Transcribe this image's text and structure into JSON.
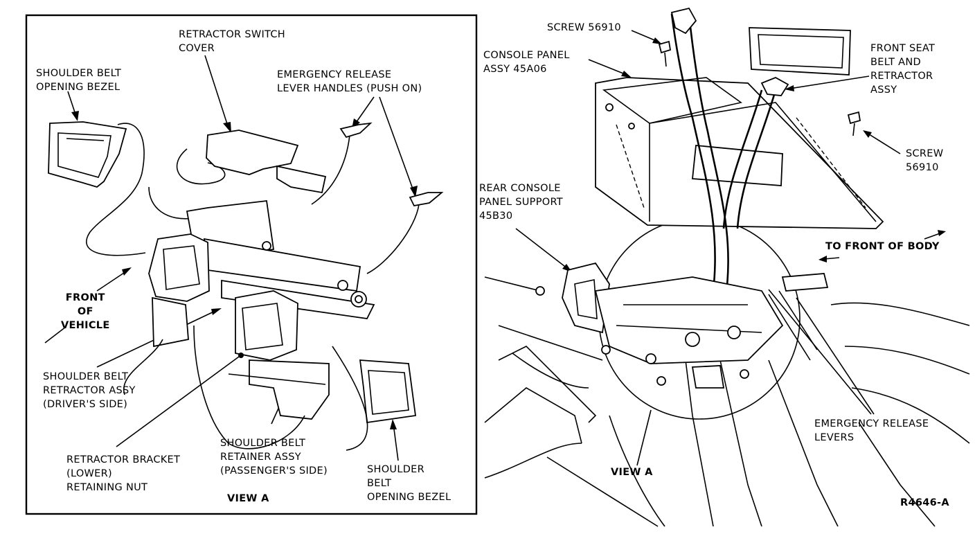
{
  "left_panel": {
    "retractor_switch_cover": "RETRACTOR SWITCH\nCOVER",
    "shoulder_belt_opening_bezel_top": "SHOULDER BELT\nOPENING BEZEL",
    "emergency_release_handles": "EMERGENCY RELEASE\nLEVER HANDLES (PUSH ON)",
    "front_of_vehicle": "FRONT\nOF\nVEHICLE",
    "retractor_assy_driver": "SHOULDER BELT\nRETRACTOR ASSY\n(DRIVER'S SIDE)",
    "retractor_bracket_nut": "RETRACTOR BRACKET\n(LOWER)\nRETAINING NUT",
    "retainer_assy_passenger": "SHOULDER BELT\nRETAINER ASSY\n(PASSENGER'S SIDE)",
    "shoulder_belt_opening_bezel_bottom": "SHOULDER\nBELT\nOPENING BEZEL",
    "view_a": "VIEW A"
  },
  "right_panel": {
    "screw_top": "SCREW 56910",
    "console_panel": "CONSOLE PANEL\nASSY 45A06",
    "front_seat_belt": "FRONT SEAT\nBELT AND\nRETRACTOR\nASSY",
    "screw_right": "SCREW\n56910",
    "rear_console_support": "REAR CONSOLE\nPANEL SUPPORT\n45B30",
    "to_front_of_body": "TO FRONT OF BODY",
    "emergency_release_levers": "EMERGENCY RELEASE\nLEVERS",
    "view_a": "VIEW A",
    "figure_id": "R4646-A"
  }
}
